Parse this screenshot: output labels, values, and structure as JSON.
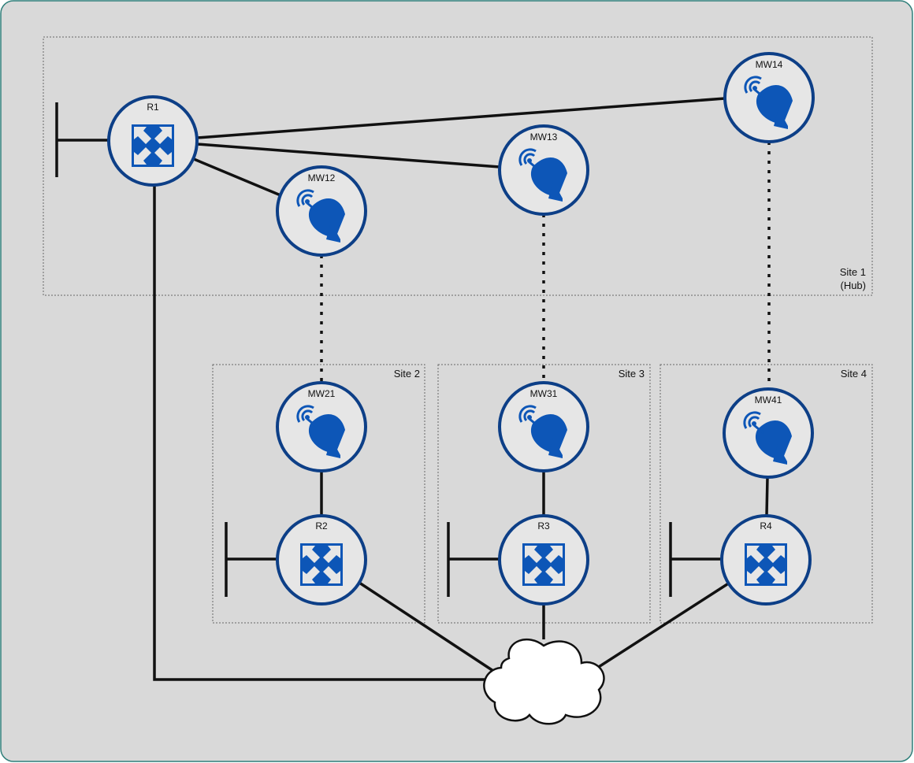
{
  "colors": {
    "canvas_bg": "#d9d9d9",
    "canvas_border": "#2f7f7a",
    "node_fill": "#e6e6e6",
    "node_ring": "#0d3f87",
    "icon_blue": "#0d56b7",
    "link": "#111111"
  },
  "sites": {
    "site1": {
      "label": "Site 1",
      "sub": "(Hub)"
    },
    "site2": {
      "label": "Site 2"
    },
    "site3": {
      "label": "Site 3"
    },
    "site4": {
      "label": "Site 4"
    }
  },
  "nodes": {
    "r1": {
      "label": "R1",
      "icon": "router-icon"
    },
    "r2": {
      "label": "R2",
      "icon": "router-icon"
    },
    "r3": {
      "label": "R3",
      "icon": "router-icon"
    },
    "r4": {
      "label": "R4",
      "icon": "router-icon"
    },
    "mw12": {
      "label": "MW12",
      "icon": "microwave-dish-icon"
    },
    "mw13": {
      "label": "MW13",
      "icon": "microwave-dish-icon"
    },
    "mw14": {
      "label": "MW14",
      "icon": "microwave-dish-icon"
    },
    "mw21": {
      "label": "MW21",
      "icon": "microwave-dish-icon"
    },
    "mw31": {
      "label": "MW31",
      "icon": "microwave-dish-icon"
    },
    "mw41": {
      "label": "MW41",
      "icon": "microwave-dish-icon"
    },
    "wan": {
      "icon": "cloud-icon"
    }
  },
  "links": [
    {
      "from": "R1",
      "to": "MW12",
      "style": "solid"
    },
    {
      "from": "R1",
      "to": "MW13",
      "style": "solid"
    },
    {
      "from": "R1",
      "to": "MW14",
      "style": "solid"
    },
    {
      "from": "MW12",
      "to": "MW21",
      "style": "dotted"
    },
    {
      "from": "MW13",
      "to": "MW31",
      "style": "dotted"
    },
    {
      "from": "MW14",
      "to": "MW41",
      "style": "dotted"
    },
    {
      "from": "MW21",
      "to": "R2",
      "style": "solid"
    },
    {
      "from": "MW31",
      "to": "R3",
      "style": "solid"
    },
    {
      "from": "MW41",
      "to": "R4",
      "style": "solid"
    },
    {
      "from": "R1",
      "to": "cloud",
      "style": "solid"
    },
    {
      "from": "R2",
      "to": "cloud",
      "style": "solid"
    },
    {
      "from": "R3",
      "to": "cloud",
      "style": "solid"
    },
    {
      "from": "R4",
      "to": "cloud",
      "style": "solid"
    }
  ]
}
